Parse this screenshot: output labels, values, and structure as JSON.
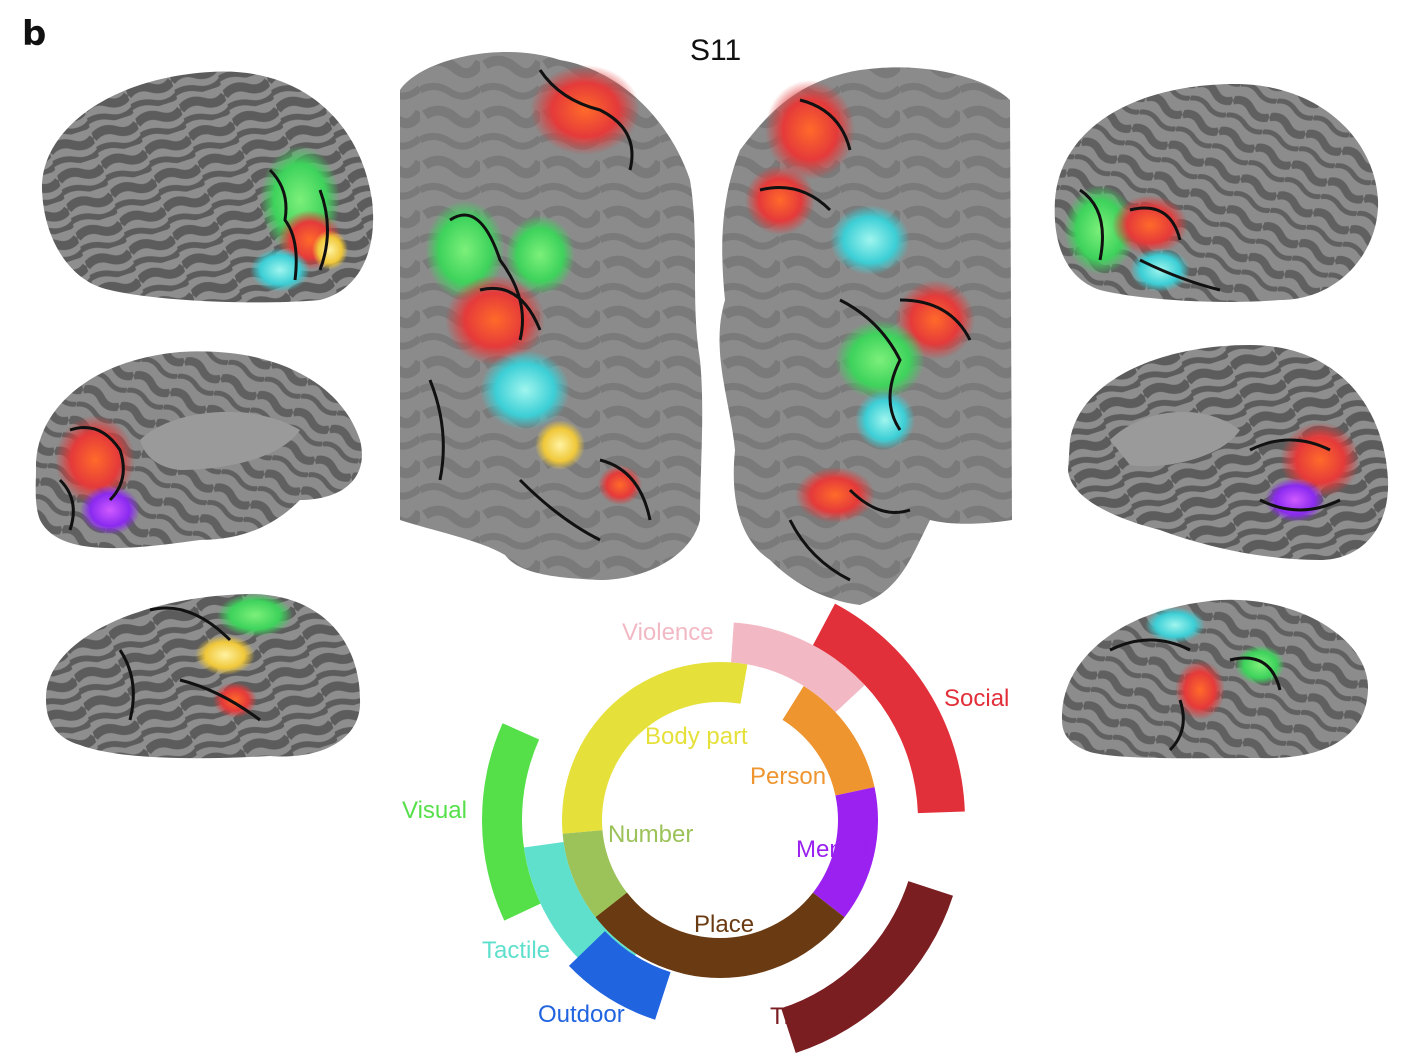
{
  "panel_label": "b",
  "subject": "S11",
  "categories": [
    {
      "id": "violence",
      "label": "Violence",
      "color": "#f2b9c4"
    },
    {
      "id": "social",
      "label": "Social",
      "color": "#e2303a"
    },
    {
      "id": "body-part",
      "label": "Body part",
      "color": "#e6e03a"
    },
    {
      "id": "person",
      "label": "Person",
      "color": "#ee9530"
    },
    {
      "id": "mental",
      "label": "Mental",
      "color": "#9a21f0"
    },
    {
      "id": "visual",
      "label": "Visual",
      "color": "#55e04a"
    },
    {
      "id": "tactile",
      "label": "Tactile",
      "color": "#5fe0cc"
    },
    {
      "id": "number",
      "label": "Number",
      "color": "#9cc25a"
    },
    {
      "id": "place",
      "label": "Place",
      "color": "#6a3a12"
    },
    {
      "id": "outdoor",
      "label": "Outdoor",
      "color": "#2164e0"
    },
    {
      "id": "time",
      "label": "Time",
      "color": "#7a1e22"
    }
  ],
  "colors": {
    "cortex_light": "#8e8e8e",
    "cortex_dark": "#5e5e5e",
    "flatmap_bg": "#8a8a8a",
    "boundary": "#111111"
  }
}
